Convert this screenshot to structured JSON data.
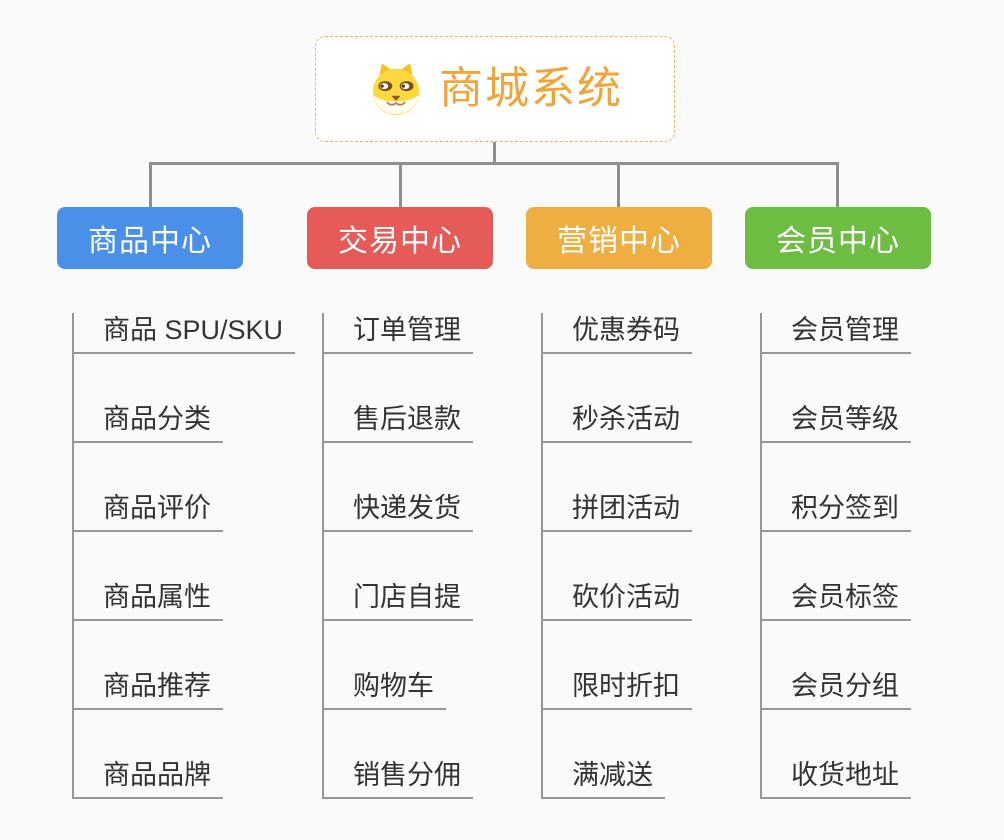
{
  "background": "#fafafa",
  "connector_color": "#8f8f8f",
  "root": {
    "title": "商城系统",
    "title_color": "#f0a43c",
    "logo_icon": "shiba-dog-logo"
  },
  "branches": [
    {
      "label": "商品中心",
      "color": "#4a90e8",
      "items": [
        "商品 SPU/SKU",
        "商品分类",
        "商品评价",
        "商品属性",
        "商品推荐",
        "商品品牌"
      ]
    },
    {
      "label": "交易中心",
      "color": "#e55b58",
      "items": [
        "订单管理",
        "售后退款",
        "快递发货",
        "门店自提",
        "购物车",
        "销售分佣"
      ]
    },
    {
      "label": "营销中心",
      "color": "#efae41",
      "items": [
        "优惠券码",
        "秒杀活动",
        "拼团活动",
        "砍价活动",
        "限时折扣",
        "满减送"
      ]
    },
    {
      "label": "会员中心",
      "color": "#6cbd41",
      "items": [
        "会员管理",
        "会员等级",
        "积分签到",
        "会员标签",
        "会员分组",
        "收货地址"
      ]
    }
  ]
}
